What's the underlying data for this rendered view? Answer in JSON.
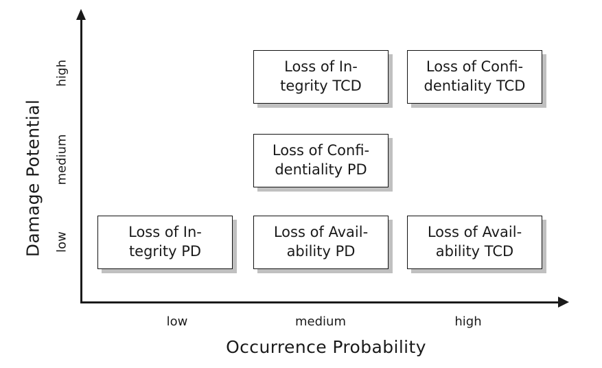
{
  "diagram": {
    "type": "risk-matrix",
    "y_axis": {
      "title": "Damage Potential",
      "ticks": [
        "high",
        "medium",
        "low"
      ]
    },
    "x_axis": {
      "title": "Occurrence Probability",
      "ticks": [
        "low",
        "medium",
        "high"
      ]
    },
    "colors": {
      "line": "#1a1a1a",
      "box_border": "#111111",
      "box_fill": "#ffffff",
      "box_shadow": "#c0c0c0"
    },
    "cells": [
      {
        "id": "integrity-tcd",
        "x": "medium",
        "y": "high",
        "line1": "Loss of In-",
        "line2": "tegrity TCD"
      },
      {
        "id": "confidentiality-tcd",
        "x": "high",
        "y": "high",
        "line1": "Loss of Confi-",
        "line2": "dentiality TCD"
      },
      {
        "id": "confidentiality-pd",
        "x": "medium",
        "y": "medium",
        "line1": "Loss of Confi-",
        "line2": "dentiality PD"
      },
      {
        "id": "integrity-pd",
        "x": "low",
        "y": "low",
        "line1": "Loss of In-",
        "line2": "tegrity PD"
      },
      {
        "id": "availability-pd",
        "x": "medium",
        "y": "low",
        "line1": "Loss of Avail-",
        "line2": "ability PD"
      },
      {
        "id": "availability-tcd",
        "x": "high",
        "y": "low",
        "line1": "Loss of Avail-",
        "line2": "ability TCD"
      }
    ]
  }
}
